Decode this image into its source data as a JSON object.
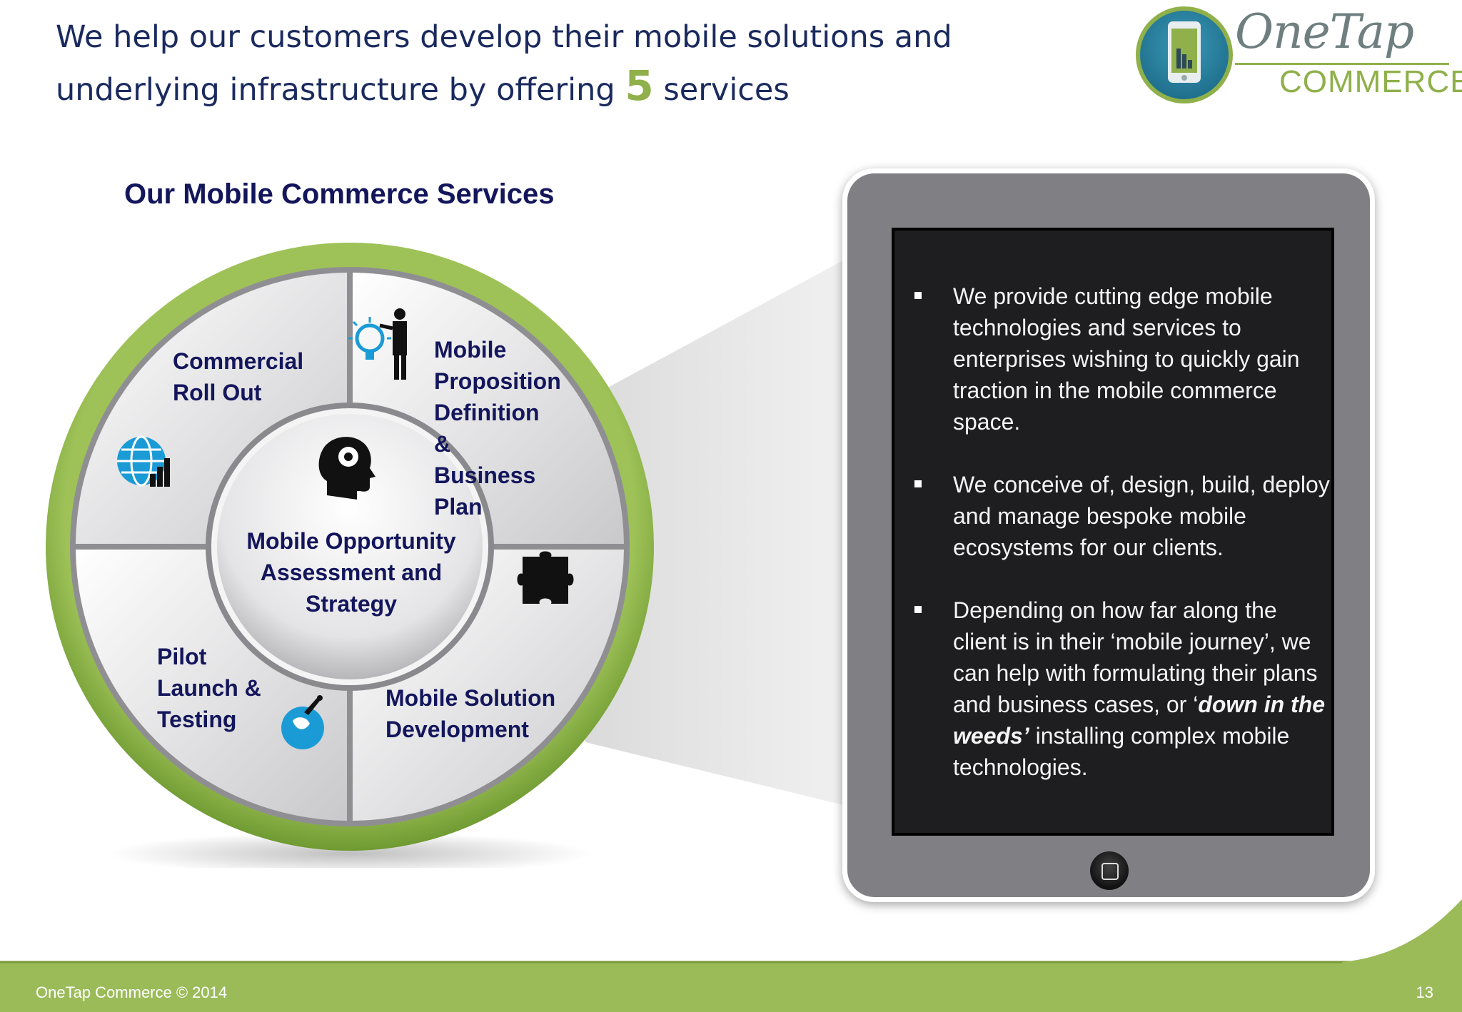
{
  "header": {
    "headline_part1": "We help our customers develop their mobile solutions and underlying infrastructure by offering ",
    "headline_number": "5",
    "headline_part2": " services"
  },
  "logo": {
    "line1": "OneTap",
    "line2": "COMMERCE",
    "icon": "phone-chart-icon"
  },
  "wheel": {
    "title": "Our Mobile Commerce Services",
    "center_label": "Mobile Opportunity\nAssessment and\nStrategy",
    "center_icon": "head-gear-icon",
    "segments": [
      {
        "label": "Commercial\nRoll Out",
        "icon": "globe-chart-icon"
      },
      {
        "label": "Mobile\nProposition\nDefinition\n       &\n       Business\n       Plan",
        "icon": "presenter-lightbulb-icon"
      },
      {
        "label": "Mobile Solution\nDevelopment",
        "icon": "puzzle-piece-icon"
      },
      {
        "label": "Pilot\nLaunch &\nTesting",
        "icon": "rocket-globe-icon"
      }
    ]
  },
  "tablet": {
    "bullets": [
      {
        "text": "We provide cutting edge mobile technologies and services to enterprises wishing to quickly gain traction in the mobile commerce space."
      },
      {
        "text": "We conceive of, design, build, deploy and manage bespoke mobile ecosystems for our clients."
      },
      {
        "text_before": "Depending on how far along the client is in their ‘mobile journey’, we can help with formulating their plans and business cases, or ‘",
        "text_em": "down in the weeds’",
        "text_after": " installing complex mobile technologies."
      }
    ],
    "home_button": "home-button"
  },
  "footer": {
    "copyright": "OneTap Commerce © 2014",
    "page_number": "13"
  },
  "colors": {
    "accent_green": "#8fb04a",
    "navy": "#14165c",
    "tablet_frame": "#808084",
    "screen": "#1e1e20"
  }
}
